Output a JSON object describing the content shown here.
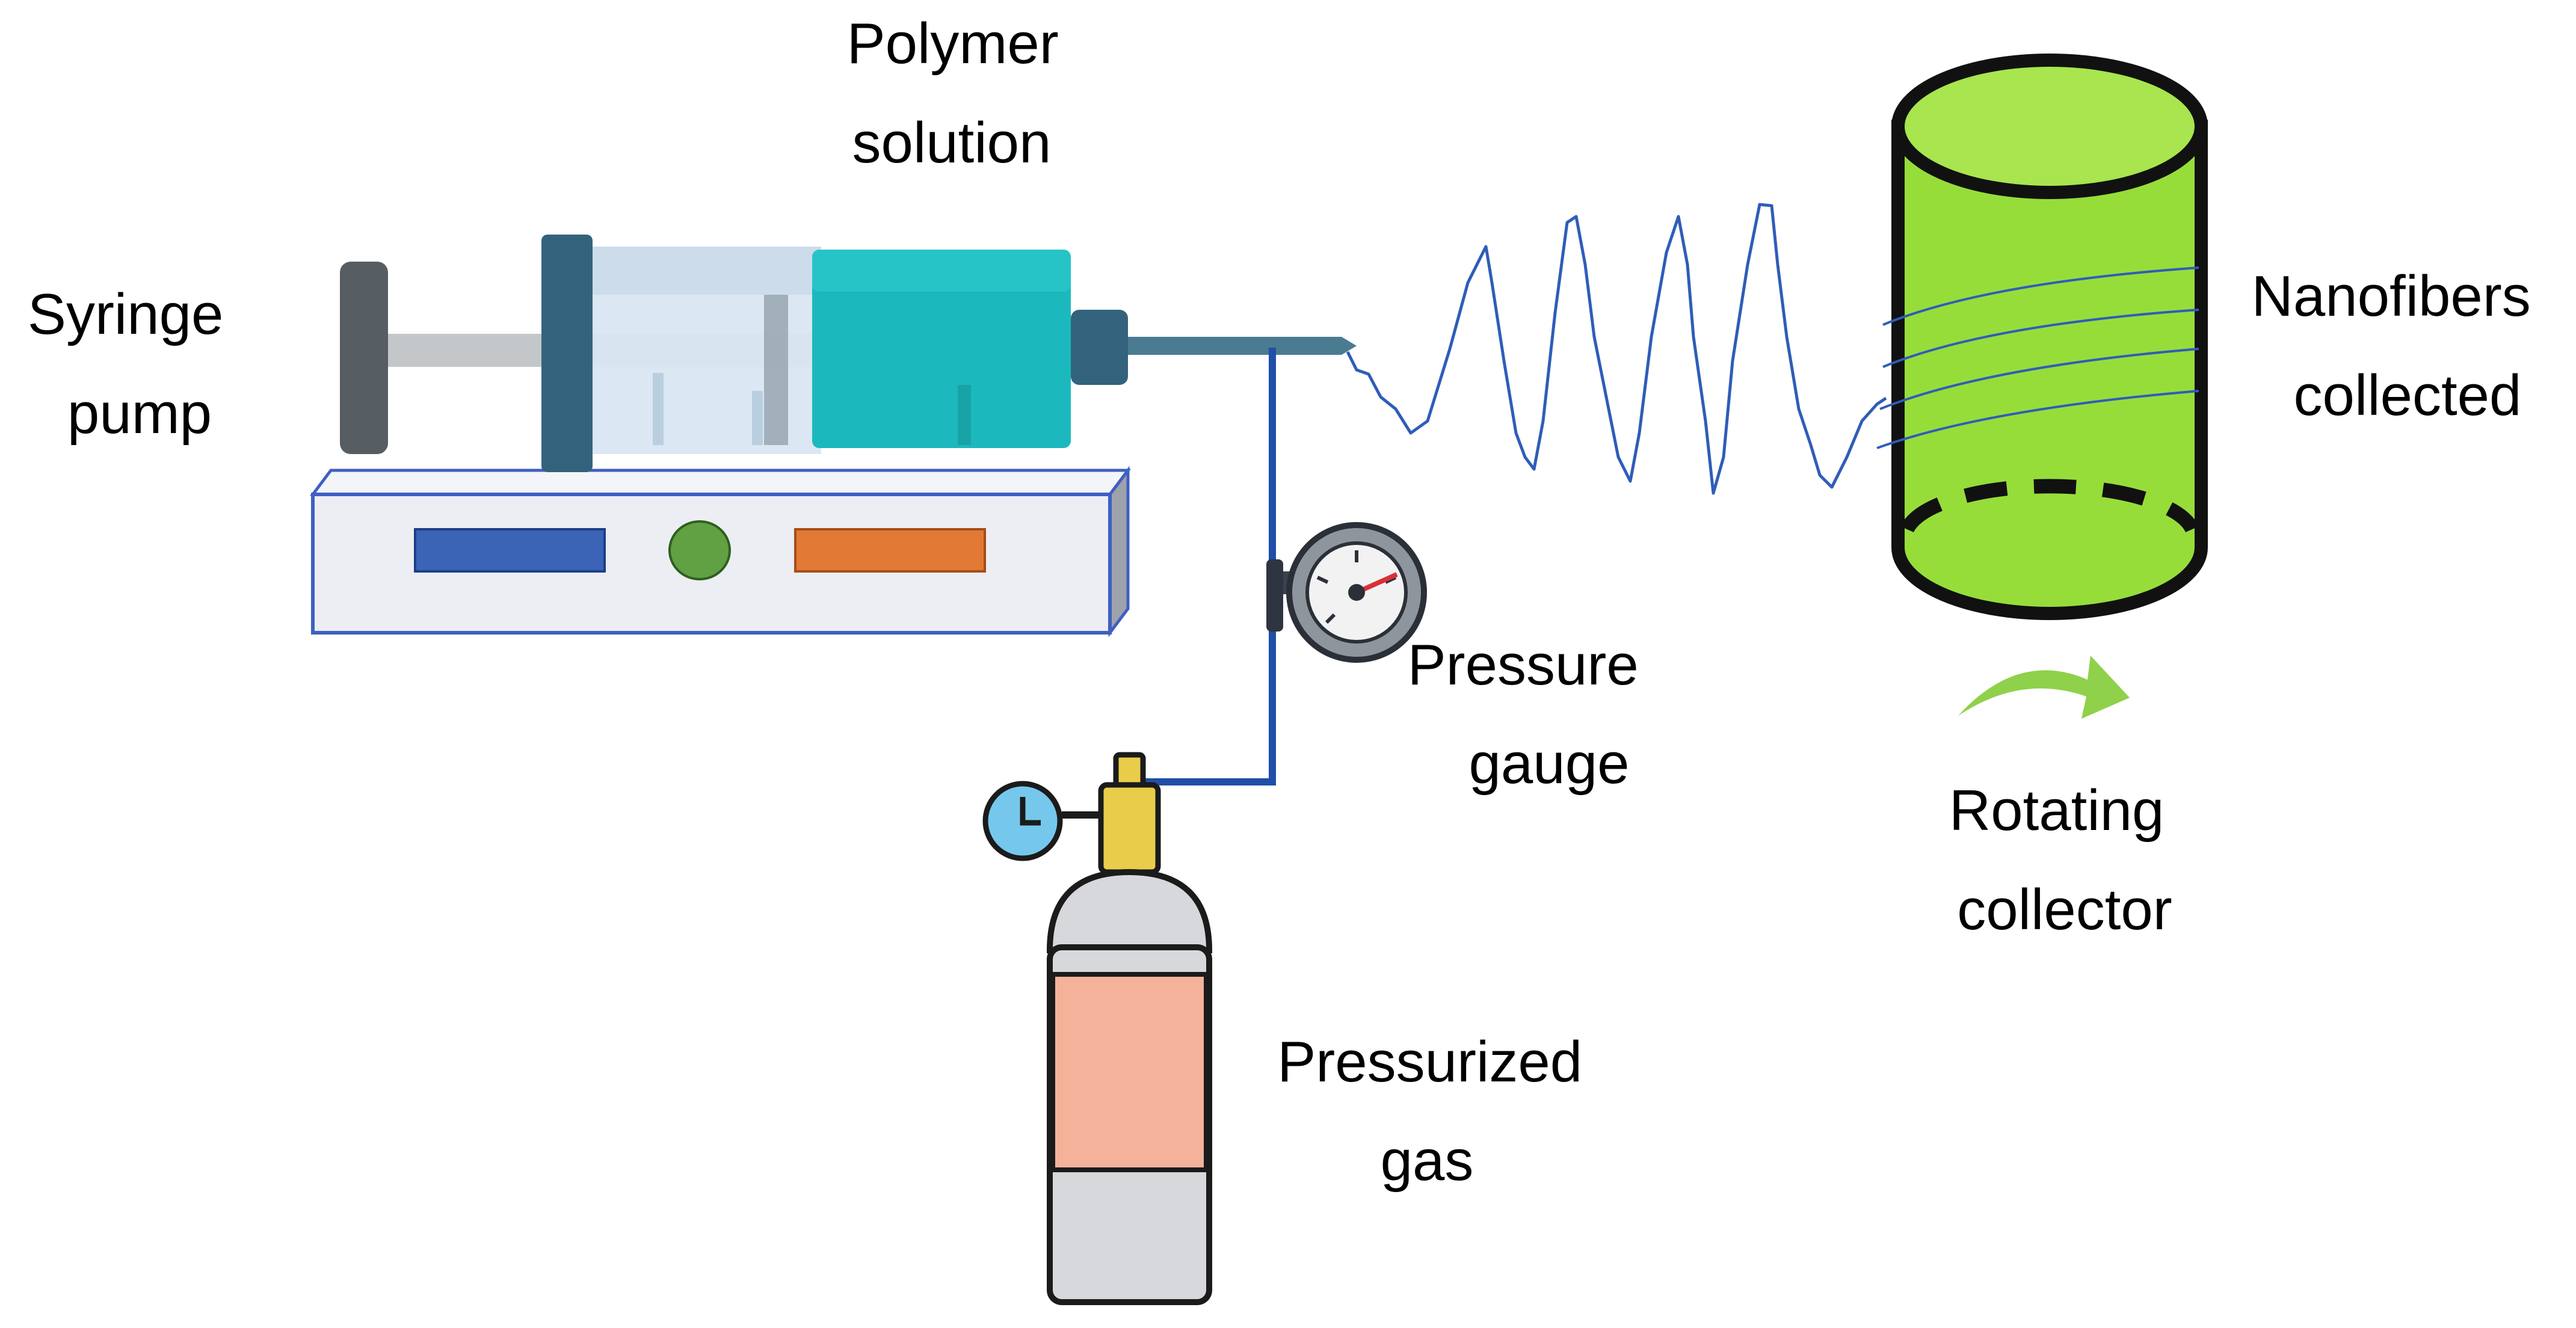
{
  "labels": {
    "syringe_pump": [
      "Syringe",
      "pump"
    ],
    "polymer_solution": [
      "Polymer",
      "solution"
    ],
    "nanofibers_collected": [
      "Nanofibers",
      "collected"
    ],
    "pressure_gauge": [
      "Pressure",
      "gauge"
    ],
    "rotating_collector": [
      "Rotating",
      "collector"
    ],
    "pressurized_gas": [
      "Pressurized",
      "gas"
    ]
  },
  "colors": {
    "pump_body": "#eceef3",
    "pump_border": "#3f5fc2",
    "pump_display_left": "#3b64b7",
    "pump_display_right": "#e27a35",
    "pump_button": "#62a044",
    "syringe_barrel": "#d9e6f1",
    "syringe_flange": "#33637c",
    "syringe_solution": "#1bb9bd",
    "plunger_handle": "#565d63",
    "needle": "#4a7b90",
    "gas_line": "#1f4fa8",
    "fiber_line": "#2f5db8",
    "collector_fill": "#96dd3a",
    "collector_outline": "#111111",
    "rotation_arrow": "#8fd14a",
    "cylinder_body": "#d6d8db",
    "cylinder_band": "#f5b29a",
    "cylinder_valve": "#e9cd4a",
    "regulator_gauge": "#75c8ec"
  }
}
